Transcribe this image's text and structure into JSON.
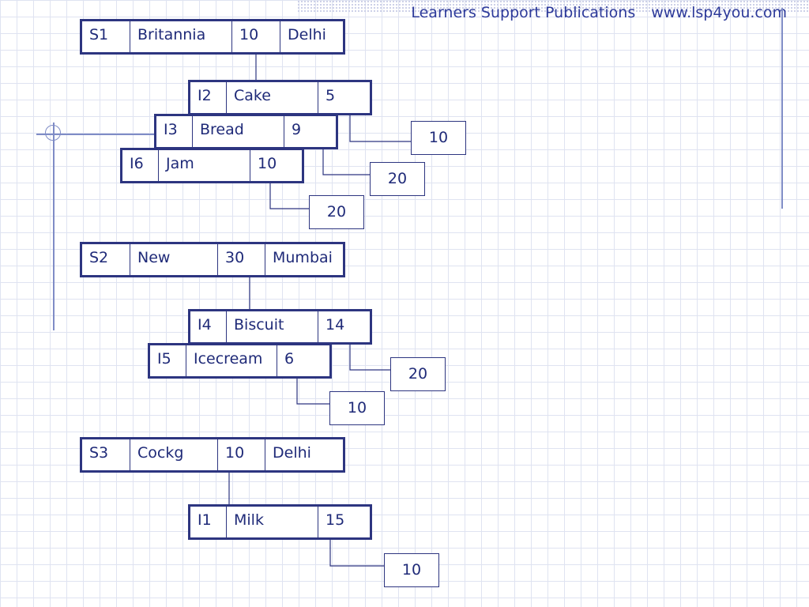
{
  "header": {
    "publisher": "Learners Support Publications",
    "website": "www.lsp4you.com"
  },
  "colors": {
    "record_border": "#2d3580",
    "text": "#1f2a78",
    "grid": "#dfe3f1",
    "rule": "#7f8cc6"
  },
  "suppliers": [
    {
      "fields": [
        "S1",
        "Britannia",
        "10",
        "Delhi"
      ],
      "items": [
        {
          "fields": [
            "I2",
            "Cake",
            "5"
          ],
          "quantity": "10"
        },
        {
          "fields": [
            "I3",
            "Bread",
            "9"
          ],
          "quantity": "20"
        },
        {
          "fields": [
            "I6",
            "Jam",
            "10"
          ],
          "quantity": "20"
        }
      ]
    },
    {
      "fields": [
        "S2",
        "New",
        "30",
        "Mumbai"
      ],
      "items": [
        {
          "fields": [
            "I4",
            "Biscuit",
            "14"
          ],
          "quantity": "20"
        },
        {
          "fields": [
            "I5",
            "Icecream",
            "6"
          ],
          "quantity": "10"
        }
      ]
    },
    {
      "fields": [
        "S3",
        "Cockg",
        "10",
        "Delhi"
      ],
      "items": [
        {
          "fields": [
            "I1",
            "Milk",
            "15"
          ],
          "quantity": "10"
        }
      ]
    }
  ]
}
